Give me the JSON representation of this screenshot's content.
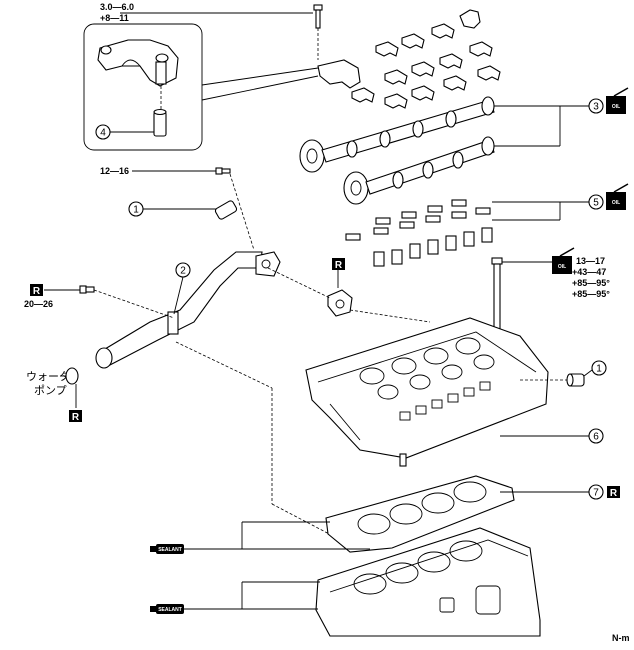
{
  "torque": {
    "bracket_bolt": [
      "3.0—6.0",
      "+8—11"
    ],
    "pipe_bolt_upper": "12—16",
    "pipe_bolt_left": "20—26",
    "head_bolt": [
      "13—17",
      "+43—47",
      "+85—95°",
      "+85—95°"
    ]
  },
  "labels": {
    "water_pump": [
      "ウォータ",
      "ポンプ"
    ],
    "replace_badge": "R",
    "oil_badge": "OIL",
    "sealant_badge": "SEALANT",
    "figure_code": "N-m"
  },
  "callouts": {
    "c1": "1",
    "c2": "2",
    "c3": "3",
    "c4": "4",
    "c5": "5",
    "c6": "6",
    "c7": "7"
  },
  "colors": {
    "line": "#000000",
    "background": "#ffffff",
    "badge": "#000000"
  },
  "icons": [
    "oil-can-icon",
    "sealant-tube-icon",
    "replace-part-badge"
  ]
}
